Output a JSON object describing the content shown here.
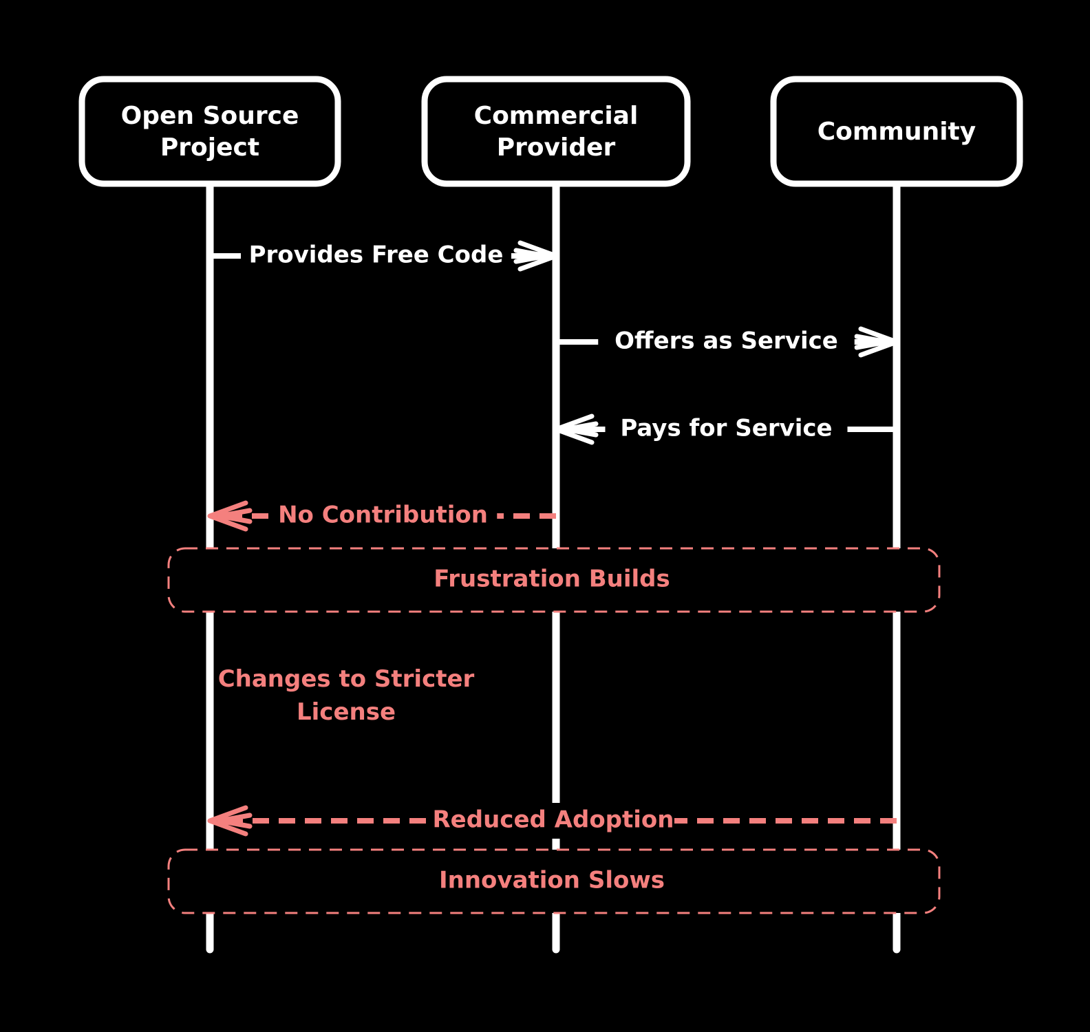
{
  "diagram": {
    "type": "sequence",
    "colors": {
      "background": "#000000",
      "primary": "#ffffff",
      "accent": "#f4807e"
    },
    "actors": [
      {
        "id": "osp",
        "label_lines": [
          "Open Source",
          "Project"
        ]
      },
      {
        "id": "cp",
        "label_lines": [
          "Commercial",
          "Provider"
        ]
      },
      {
        "id": "community",
        "label_lines": [
          "Community"
        ]
      }
    ],
    "messages": [
      {
        "from": "osp",
        "to": "cp",
        "label": "Provides Free Code",
        "style": "solid"
      },
      {
        "from": "cp",
        "to": "community",
        "label": "Offers as Service",
        "style": "solid"
      },
      {
        "from": "community",
        "to": "cp",
        "label": "Pays for Service",
        "style": "solid"
      },
      {
        "from": "cp",
        "to": "osp",
        "label": "No Contribution",
        "style": "dashed"
      },
      {
        "from": "community",
        "to": "osp",
        "label": "Reduced Adoption",
        "style": "dashed"
      }
    ],
    "notes": [
      {
        "label": "Frustration Builds",
        "over": [
          "osp",
          "community"
        ]
      },
      {
        "label": "Innovation Slows",
        "over": [
          "osp",
          "community"
        ]
      }
    ],
    "annotations": [
      {
        "actor": "osp",
        "label_lines": [
          "Changes to Stricter",
          "License"
        ]
      }
    ]
  }
}
